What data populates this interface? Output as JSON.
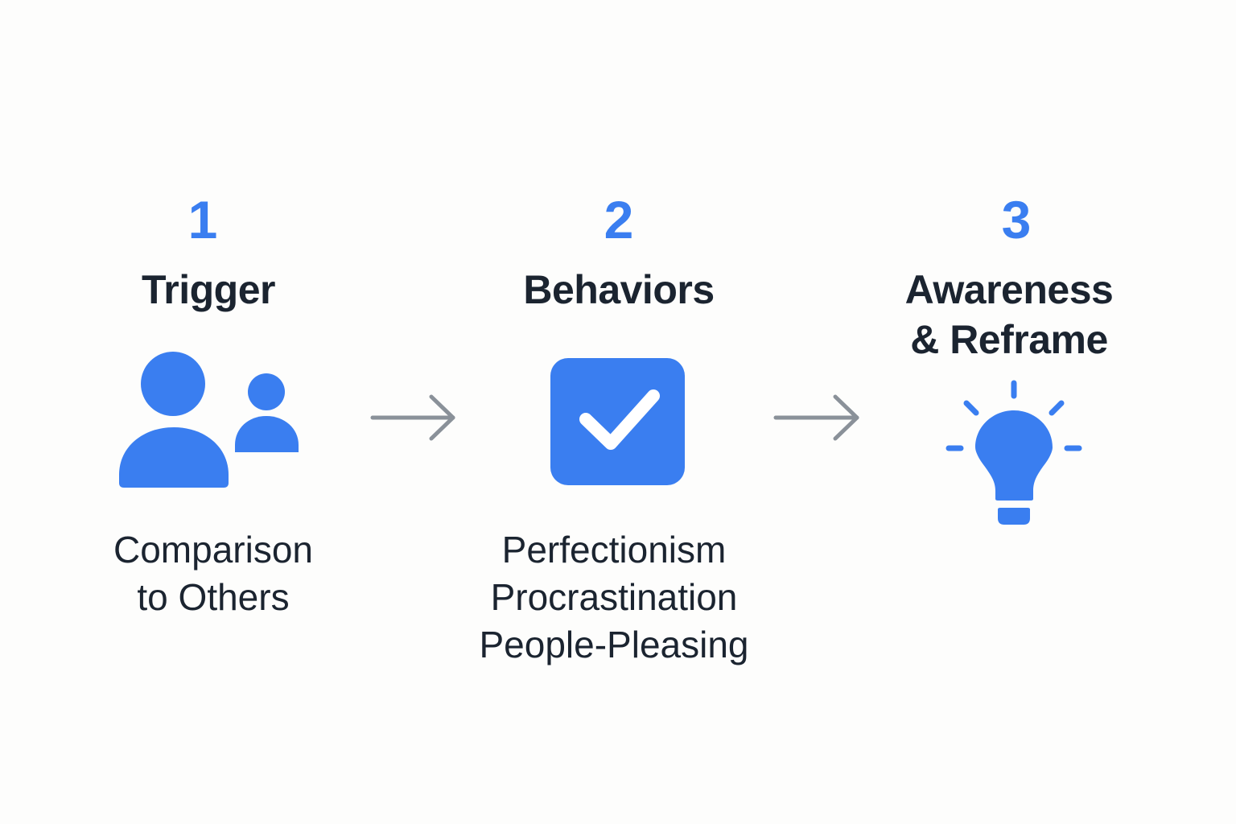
{
  "colors": {
    "accent": "#3a7ef0",
    "text": "#1b2430",
    "arrow": "#8a9199"
  },
  "steps": [
    {
      "number": "1",
      "title": "Trigger",
      "icon": "people-icon",
      "description": [
        "Comparison",
        "to Others"
      ]
    },
    {
      "number": "2",
      "title": "Behaviors",
      "icon": "checkbox-icon",
      "description": [
        "Perfectionism",
        "Procrastination",
        "People-Pleasing"
      ]
    },
    {
      "number": "3",
      "title": [
        "Awareness",
        "& Reframe"
      ],
      "icon": "lightbulb-icon"
    }
  ],
  "connectors": [
    "arrow-right-icon",
    "arrow-right-icon"
  ]
}
